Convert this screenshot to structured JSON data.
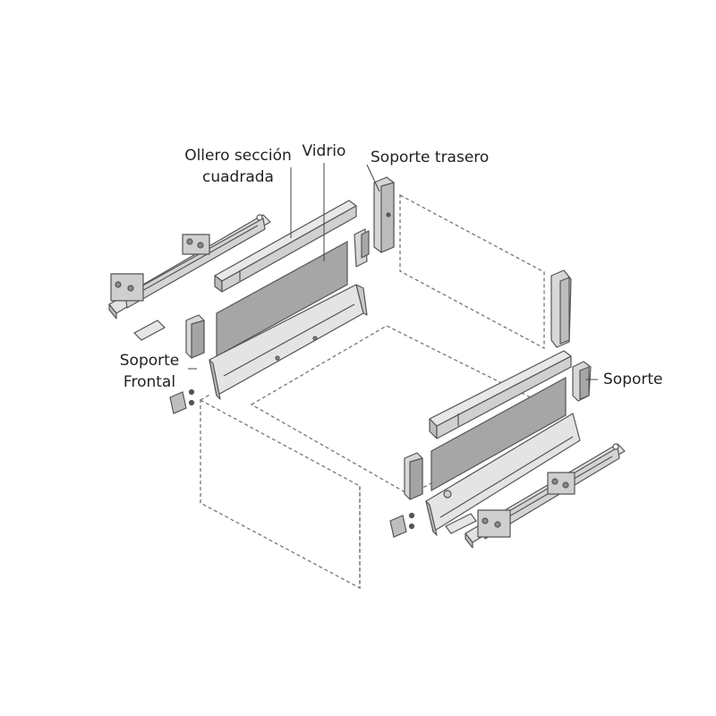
{
  "labels": {
    "square_rail": [
      "Ollero sección",
      "cuadrada"
    ],
    "glass": "Vidrio",
    "rear_bracket": "Soporte trasero",
    "front_bracket": [
      "Soporte",
      "Frontal"
    ],
    "bracket": "Soporte"
  },
  "colors": {
    "line": "#555555",
    "dash": "#777777",
    "part_fill": "#d8d8d8",
    "part_dark": "#9a9a9a",
    "glass_fill": "#a6a6a6",
    "text": "#222222"
  }
}
